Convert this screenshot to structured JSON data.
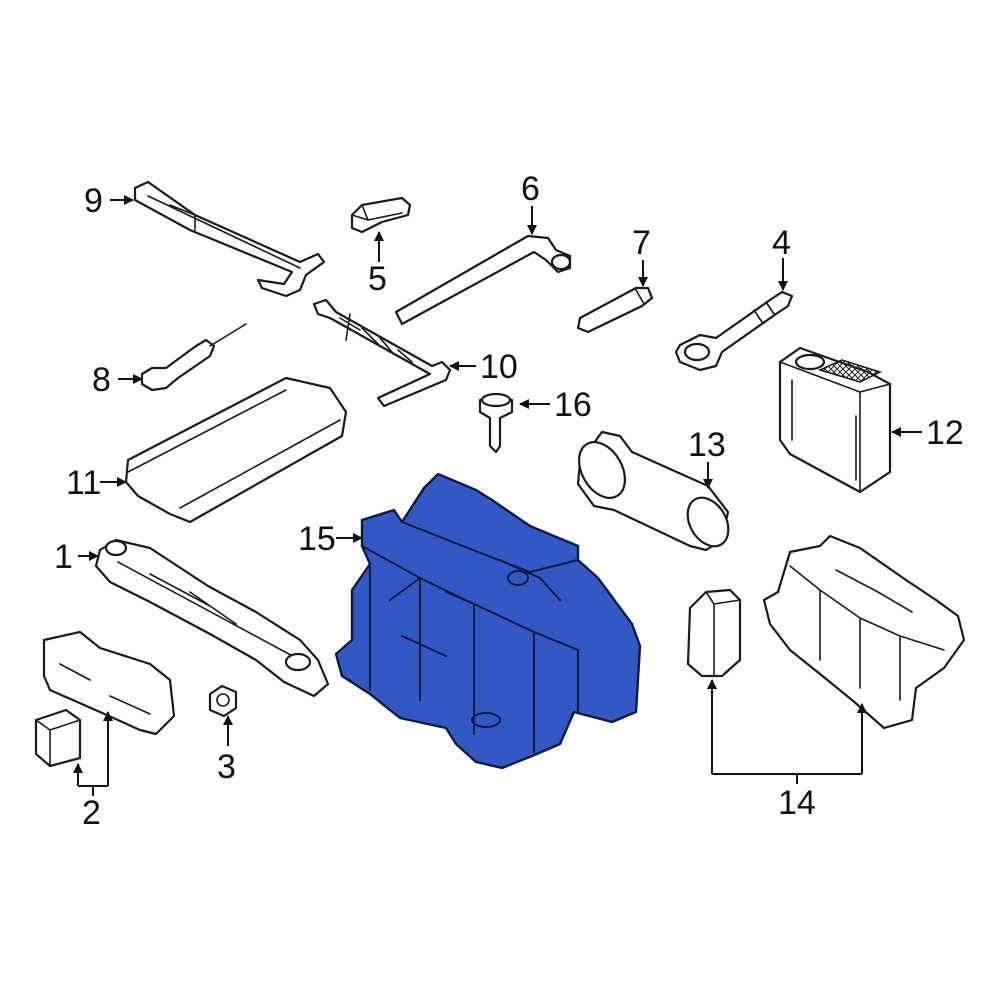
{
  "highlight_color": "#3358c4",
  "highlighted_part": "15",
  "callouts": {
    "c1": "1",
    "c2": "2",
    "c3": "3",
    "c4": "4",
    "c5": "5",
    "c6": "6",
    "c7": "7",
    "c8": "8",
    "c9": "9",
    "c10": "10",
    "c11": "11",
    "c12": "12",
    "c13": "13",
    "c14": "14",
    "c15": "15",
    "c16": "16"
  }
}
